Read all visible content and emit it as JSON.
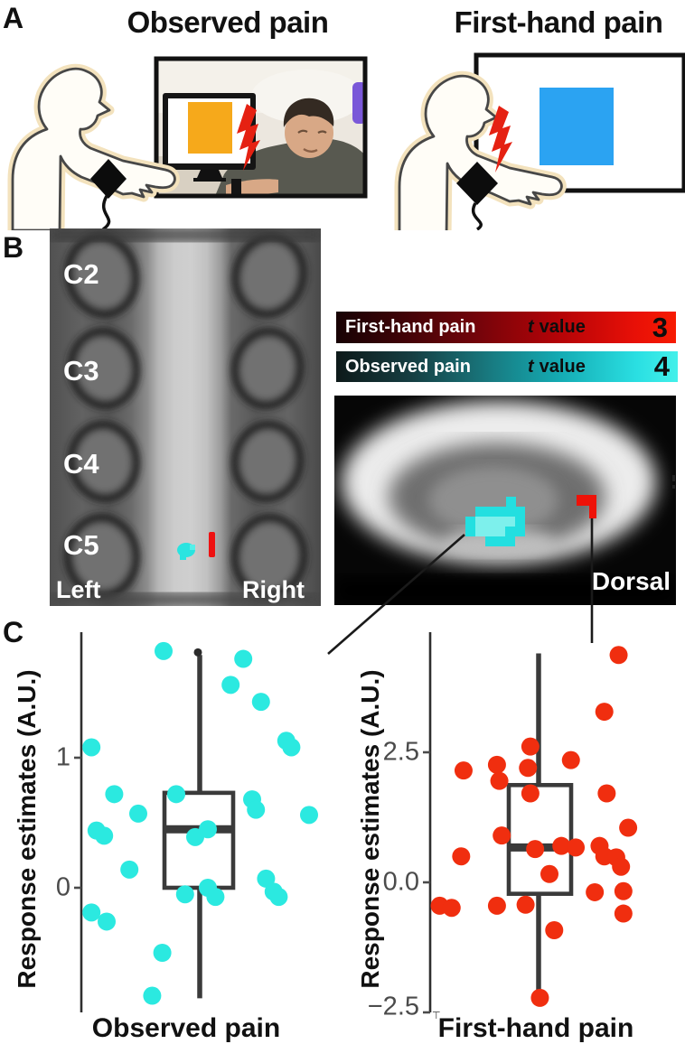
{
  "figure": {
    "description": "Spinal cord fMRI figure: observed vs first-hand pain",
    "colors": {
      "cue_orange": "#F6A91B",
      "cue_blue": "#2BA3F2",
      "bolt_red": "#E52112",
      "dot_cyan": "#2BE9E0",
      "dot_red": "#F02E0F",
      "box_stroke": "#3a3a3a"
    }
  },
  "panelA": {
    "label": "A",
    "conditions": [
      {
        "title": "Observed pain"
      },
      {
        "title": "First-hand pain"
      }
    ]
  },
  "panelB": {
    "label": "B",
    "sagittal": {
      "vertebra_labels": [
        "C2",
        "C3",
        "C4",
        "C5"
      ],
      "left": "Left",
      "right": "Right"
    },
    "legend": [
      {
        "condition": "First-hand pain",
        "stat_italic": "t",
        "stat": "value",
        "max_value": "3",
        "gradient": [
          "#170204",
          "#f71b02"
        ]
      },
      {
        "condition": "Observed pain",
        "stat_italic": "t",
        "stat": "value",
        "max_value": "4",
        "gradient": [
          "#0d1919",
          "#43f0ea"
        ]
      }
    ],
    "axial": {
      "orientation_label": "Dorsal"
    }
  },
  "panelC": {
    "label": "C",
    "stray_mark": "⊤"
  },
  "chart_data": [
    {
      "type": "box-scatter",
      "category": "Observed pain",
      "ylabel": "Response estimates (A.U.)",
      "yticks": [
        "1",
        "0"
      ],
      "ytick_values": [
        1,
        0
      ],
      "ylim": [
        -0.95,
        1.95
      ],
      "grid": false,
      "point_color": "#2BE9E0",
      "box": {
        "median": 0.45,
        "q1": 0.0,
        "q3": 0.73,
        "whisker_low": -0.85,
        "whisker_high": 1.79,
        "outliers": [
          1.81
        ]
      },
      "points": [
        [
          0.325,
          1.82
        ],
        [
          0.64,
          1.76
        ],
        [
          0.59,
          1.56
        ],
        [
          0.71,
          1.43
        ],
        [
          0.81,
          1.13
        ],
        [
          0.83,
          1.08
        ],
        [
          0.04,
          1.08
        ],
        [
          0.13,
          0.72
        ],
        [
          0.375,
          0.72
        ],
        [
          0.675,
          0.68
        ],
        [
          0.69,
          0.6
        ],
        [
          0.225,
          0.57
        ],
        [
          0.9,
          0.56
        ],
        [
          0.06,
          0.44
        ],
        [
          0.5,
          0.45
        ],
        [
          0.09,
          0.4
        ],
        [
          0.45,
          0.39
        ],
        [
          0.19,
          0.14
        ],
        [
          0.73,
          0.07
        ],
        [
          0.5,
          0.0
        ],
        [
          0.76,
          -0.03
        ],
        [
          0.41,
          -0.05
        ],
        [
          0.53,
          -0.07
        ],
        [
          0.78,
          -0.07
        ],
        [
          0.04,
          -0.19
        ],
        [
          0.1,
          -0.26
        ],
        [
          0.32,
          -0.5
        ],
        [
          0.28,
          -0.83
        ]
      ]
    },
    {
      "type": "box-scatter",
      "category": "First-hand pain",
      "ylabel": "Response estimates (A.U.)",
      "yticks": [
        "2.5",
        "0.0",
        "−2.5"
      ],
      "ytick_values": [
        2.5,
        0,
        -2.5
      ],
      "ylim": [
        -2.6,
        4.8
      ],
      "grid": false,
      "point_color": "#F02E0F",
      "box": {
        "median": 0.67,
        "q1": -0.22,
        "q3": 1.87,
        "whisker_low": -2.17,
        "whisker_high": 4.4,
        "outliers": []
      },
      "points": [
        [
          0.79,
          4.37
        ],
        [
          0.73,
          3.28
        ],
        [
          0.42,
          2.61
        ],
        [
          0.59,
          2.35
        ],
        [
          0.28,
          2.26
        ],
        [
          0.41,
          2.2
        ],
        [
          0.14,
          2.15
        ],
        [
          0.29,
          1.95
        ],
        [
          0.42,
          1.71
        ],
        [
          0.74,
          1.71
        ],
        [
          0.83,
          1.05
        ],
        [
          0.3,
          0.9
        ],
        [
          0.55,
          0.7
        ],
        [
          0.71,
          0.7
        ],
        [
          0.61,
          0.67
        ],
        [
          0.44,
          0.64
        ],
        [
          0.13,
          0.5
        ],
        [
          0.73,
          0.5
        ],
        [
          0.78,
          0.48
        ],
        [
          0.8,
          0.3
        ],
        [
          0.5,
          0.16
        ],
        [
          0.69,
          -0.19
        ],
        [
          0.81,
          -0.17
        ],
        [
          0.04,
          -0.45
        ],
        [
          0.09,
          -0.49
        ],
        [
          0.28,
          -0.45
        ],
        [
          0.4,
          -0.43
        ],
        [
          0.81,
          -0.6
        ],
        [
          0.52,
          -0.92
        ],
        [
          0.46,
          -2.22
        ]
      ]
    }
  ]
}
